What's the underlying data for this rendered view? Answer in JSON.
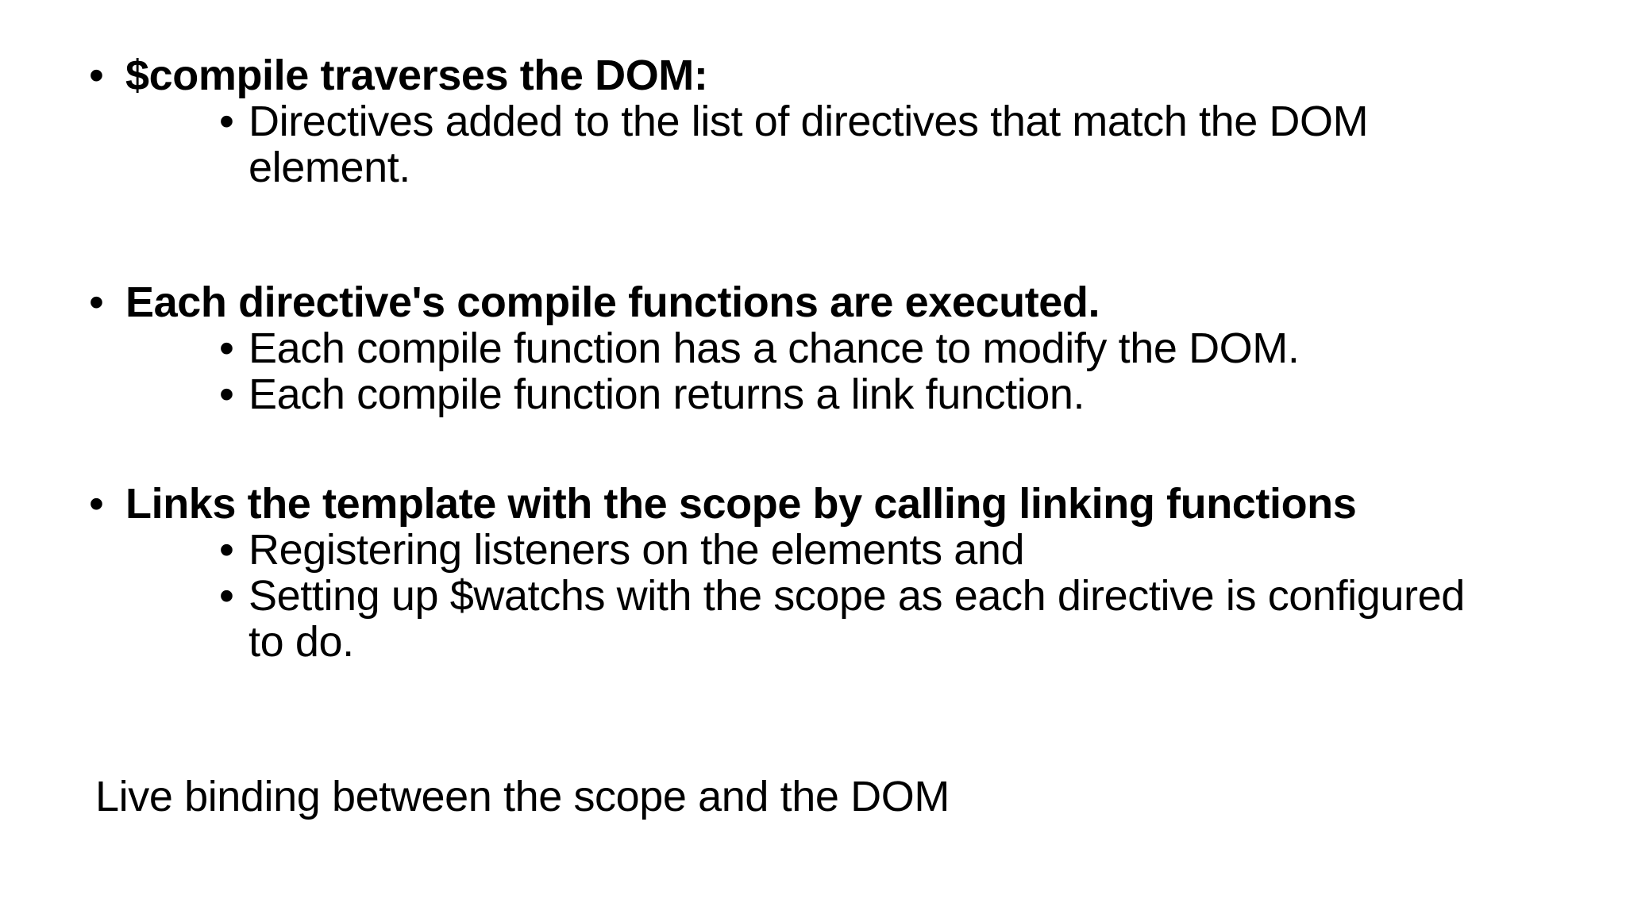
{
  "page": {
    "background_color": "#ffffff",
    "text_color": "#000000"
  },
  "slide": {
    "groups": [
      {
        "heading": "$compile traverses the DOM:",
        "items": [
          {
            "text": "Directives added to the list of directives that match the DOM element.",
            "lines": [
              "Directives added to the list of directives that match the DOM",
              "element."
            ]
          }
        ]
      },
      {
        "heading": "Each directive's compile functions are executed.",
        "items": [
          {
            "text": "Each compile function has a chance to modify the DOM.",
            "lines": [
              "Each compile function has a chance to modify the DOM."
            ]
          },
          {
            "text": "Each compile function returns a link function.",
            "lines": [
              "Each compile function returns a link function."
            ]
          }
        ]
      },
      {
        "heading": "Links the template with the scope by calling linking functions",
        "items": [
          {
            "text": "Registering listeners on the elements and",
            "lines": [
              "Registering listeners on the elements and"
            ]
          },
          {
            "text": "Setting up $watchs with the scope as each directive is configured to do.",
            "lines": [
              "Setting up $watchs with the scope as each directive is configured",
              "to do."
            ]
          }
        ]
      }
    ],
    "footer": "Live binding between the scope and the DOM"
  }
}
